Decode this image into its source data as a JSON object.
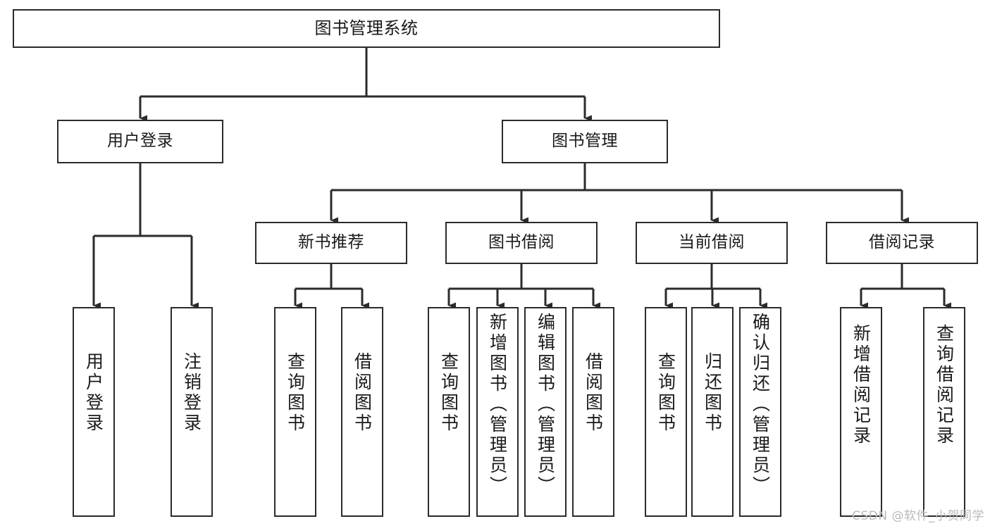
{
  "diagram": {
    "type": "tree-hierarchy",
    "title": "图书管理系统",
    "root": {
      "id": "root",
      "label": "图书管理系统",
      "orientation": "horizontal"
    },
    "level2": [
      {
        "id": "user-login",
        "label": "用户登录",
        "orientation": "horizontal"
      },
      {
        "id": "book-management",
        "label": "图书管理",
        "orientation": "horizontal"
      }
    ],
    "level3": [
      {
        "id": "new-book-recommend",
        "label": "新书推荐",
        "parent": "book-management",
        "orientation": "horizontal"
      },
      {
        "id": "book-borrow",
        "label": "图书借阅",
        "parent": "book-management",
        "orientation": "horizontal"
      },
      {
        "id": "current-borrow",
        "label": "当前借阅",
        "parent": "book-management",
        "orientation": "horizontal"
      },
      {
        "id": "borrow-record",
        "label": "借阅记录",
        "parent": "book-management",
        "orientation": "horizontal"
      }
    ],
    "leaves": [
      {
        "id": "leaf-user-login",
        "label": "用户登录",
        "parent": "user-login",
        "orientation": "vertical"
      },
      {
        "id": "leaf-logout-login",
        "label": "注销登录",
        "parent": "user-login",
        "orientation": "vertical"
      },
      {
        "id": "leaf-query-book-recommend",
        "label": "查询图书",
        "parent": "new-book-recommend",
        "orientation": "vertical"
      },
      {
        "id": "leaf-borrow-book-recommend",
        "label": "借阅图书",
        "parent": "new-book-recommend",
        "orientation": "vertical"
      },
      {
        "id": "leaf-query-book-borrow",
        "label": "查询图书",
        "parent": "book-borrow",
        "orientation": "vertical"
      },
      {
        "id": "leaf-add-book-admin",
        "label": "新增图书（管理员）",
        "parent": "book-borrow",
        "orientation": "vertical"
      },
      {
        "id": "leaf-edit-book-admin",
        "label": "编辑图书（管理员）",
        "parent": "book-borrow",
        "orientation": "vertical"
      },
      {
        "id": "leaf-borrow-book",
        "label": "借阅图书",
        "parent": "book-borrow",
        "orientation": "vertical"
      },
      {
        "id": "leaf-query-book-current",
        "label": "查询图书",
        "parent": "current-borrow",
        "orientation": "vertical"
      },
      {
        "id": "leaf-return-book",
        "label": "归还图书",
        "parent": "current-borrow",
        "orientation": "vertical"
      },
      {
        "id": "leaf-confirm-return-admin",
        "label": "确认归还（管理员）",
        "parent": "current-borrow",
        "orientation": "vertical"
      },
      {
        "id": "leaf-add-borrow-record",
        "label": "新增借阅记录",
        "parent": "borrow-record",
        "orientation": "vertical"
      },
      {
        "id": "leaf-query-borrow-record",
        "label": "查询借阅记录",
        "parent": "borrow-record",
        "orientation": "vertical"
      }
    ]
  },
  "watermark": {
    "text": "CSDN @软件_小贺同学"
  },
  "colors": {
    "stroke": "#2b2b2b",
    "fill": "#ffffff",
    "text": "#1a1a1a",
    "watermark": "#b9b9b9"
  }
}
